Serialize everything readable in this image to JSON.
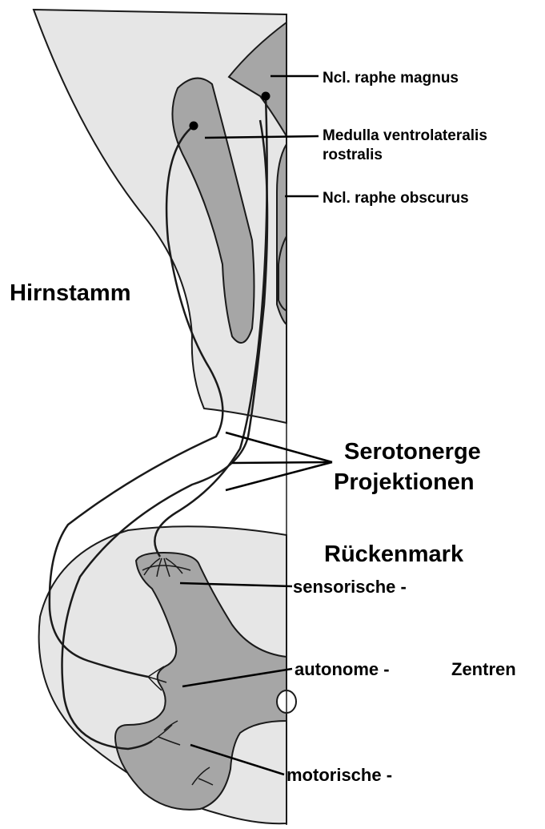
{
  "labels": {
    "raphe_magnus": "Ncl. raphe magnus",
    "medulla_line1": "Medulla ventrolateralis",
    "medulla_line2": "rostralis",
    "raphe_obscurus": "Ncl. raphe obscurus",
    "hirnstamm": "Hirnstamm",
    "serotonerge": "Serotonerge",
    "projektionen": "Projektionen",
    "rueckenmark": "Rückenmark",
    "sensorische": "sensorische -",
    "autonome": "autonome -",
    "zentren": "Zentren",
    "motorische": "motorische -"
  },
  "colors": {
    "light_tissue": "#e6e6e6",
    "gray_matter": "#a6a6a6",
    "outline": "#1a1a1a"
  }
}
